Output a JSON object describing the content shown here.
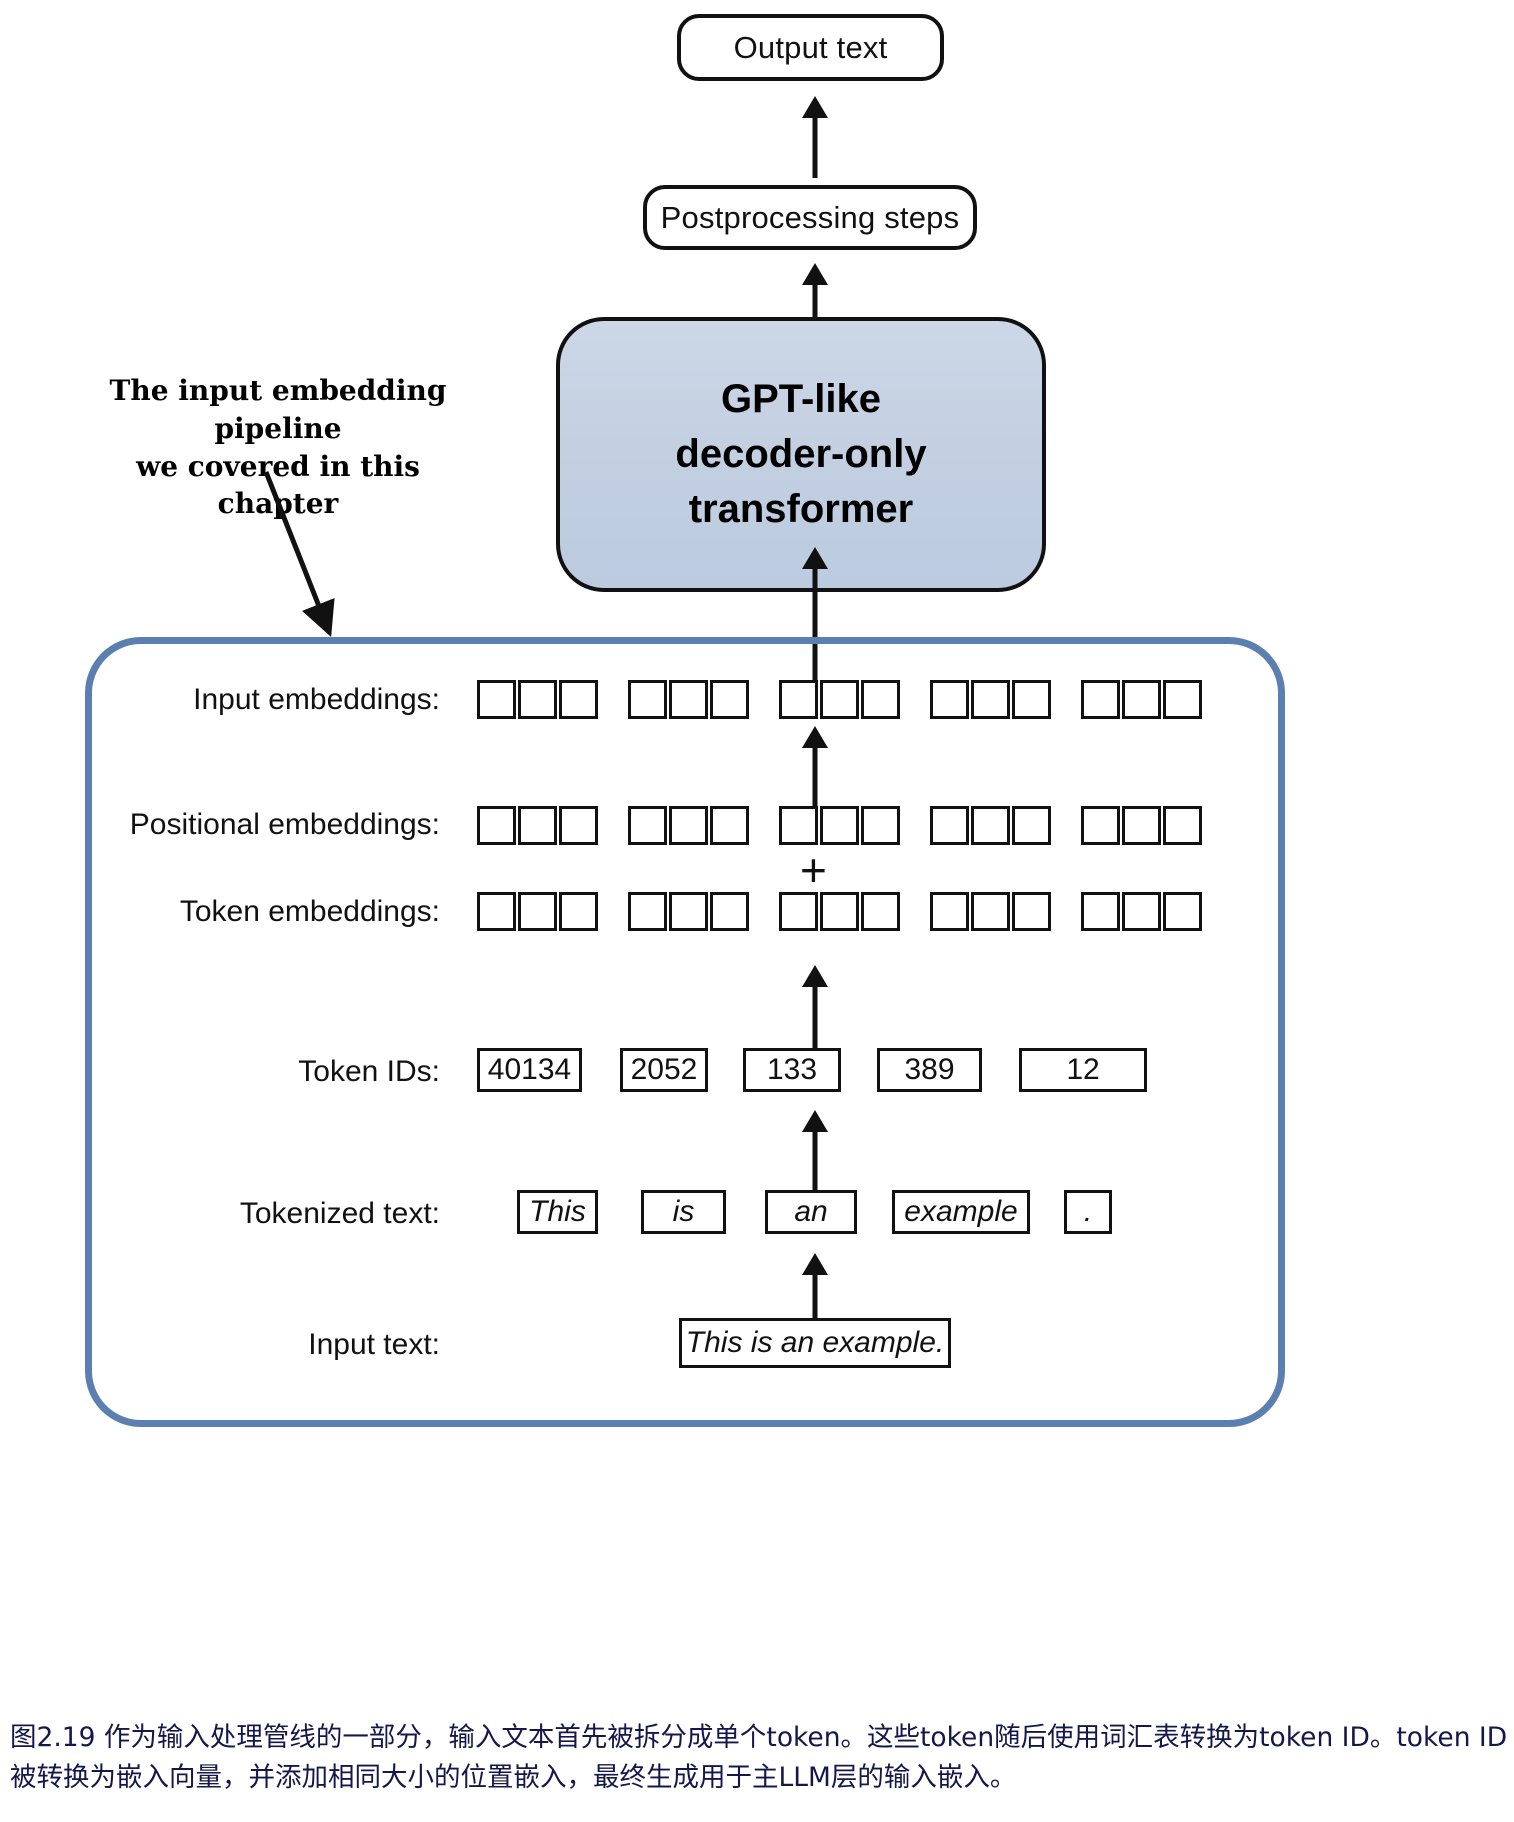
{
  "figure": {
    "top_boxes": {
      "output_text": "Output text",
      "postprocessing": "Postprocessing steps",
      "model": "GPT-like\ndecoder-only\ntransformer",
      "model_line1": "GPT-like",
      "model_line2": "decoder-only",
      "model_line3": "transformer"
    },
    "annotation": {
      "line1": "The input embedding pipeline",
      "line2": "we covered in this chapter"
    },
    "plus_symbol": "+",
    "rows": [
      {
        "label": "Input embeddings:"
      },
      {
        "label": "Positional embeddings:"
      },
      {
        "label": "Token embeddings:"
      },
      {
        "label": "Token IDs:"
      },
      {
        "label": "Tokenized text:"
      },
      {
        "label": "Input text:"
      }
    ],
    "row_labels": {
      "input_embeddings": "Input embeddings:",
      "positional_embeddings": "Positional embeddings:",
      "token_embeddings": "Token embeddings:",
      "token_ids": "Token IDs:",
      "tokenized_text": "Tokenized text:",
      "input_text": "Input text:"
    },
    "token_ids": [
      "40134",
      "2052",
      "133",
      "389",
      "12"
    ],
    "tokenized_text": [
      "This",
      "is",
      "an",
      "example",
      "."
    ],
    "input_text": "This is an example.",
    "embedding_vector_cells": 3,
    "embedding_vector_count": 5,
    "colors": {
      "model_box_fill": "#c5d1e0",
      "pipeline_border": "#5b7fb0",
      "stroke": "#111111",
      "caption_text": "#15174a"
    },
    "caption": "图2.19 作为输入处理管线的一部分，输入文本首先被拆分成单个token。这些token随后使用词汇表转换为token ID。token ID被转换为嵌入向量，并添加相同大小的位置嵌入，最终生成用于主LLM层的输入嵌入。"
  }
}
